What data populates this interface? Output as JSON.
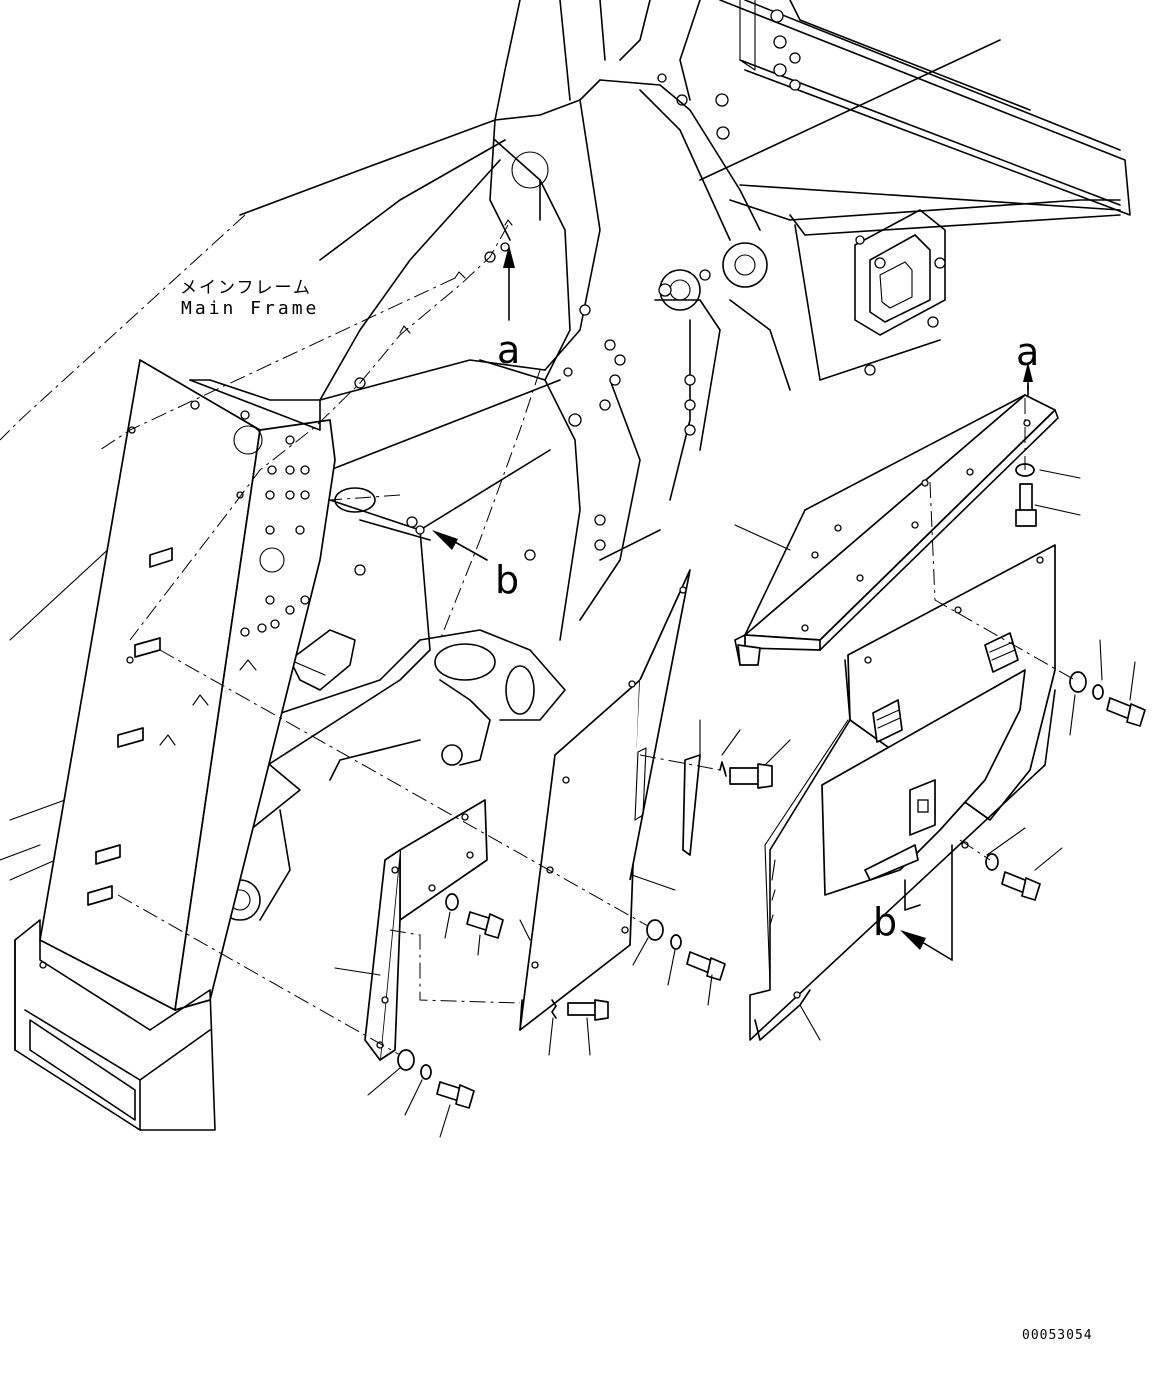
{
  "frame_label": {
    "japanese": "メインフレーム",
    "english": "Main Frame"
  },
  "view_arrows": {
    "a_upper": "a",
    "a_right": "a",
    "b_upper": "b",
    "b_lower": "b"
  },
  "drawing_number": "00053054"
}
